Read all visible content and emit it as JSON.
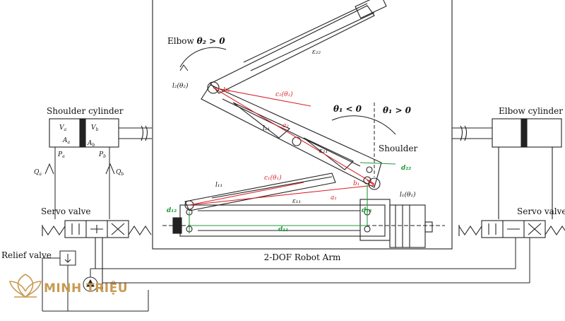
{
  "labels": {
    "shoulder_cylinder": "Shoulder cylinder",
    "elbow_cylinder": "Elbow cylinder",
    "servo_valve_left": "Servo valve",
    "servo_valve_right": "Servo valve",
    "relief_valve": "Relief valve",
    "robot_arm_caption": "2-DOF Robot Arm",
    "elbow": "Elbow",
    "elbow_theta": "θ₂ > 0",
    "shoulder": "Shoulder",
    "theta1_neg": "θ₁ < 0",
    "theta1_pos": "θ₁ > 0"
  },
  "symbols": {
    "Va": "V",
    "Va_sub": "a",
    "Vb": "V",
    "Vb_sub": "b",
    "Aa": "A",
    "Aa_sub": "a",
    "Ab": "A",
    "Ab_sub": "b",
    "Pa": "P",
    "Pa_sub": "a",
    "Pb": "P",
    "Pb_sub": "b",
    "Qa": "Q",
    "Qa_sub": "a",
    "Qb": "Q",
    "Qb_sub": "b",
    "l2": "l₂(θ₂)",
    "l1": "l₁(θ₁)",
    "b2": "b₂",
    "b1": "b₁",
    "c2": "c₂(θ₂)",
    "c1": "c₁(θ₁)",
    "a2": "a₂",
    "a1": "a₁",
    "l21": "l₂₁",
    "l11": "l₁₁",
    "e22": "ε₂₂",
    "e21": "ε₂₁",
    "e11": "ε₁₁",
    "d22": "d₂₂",
    "d12": "d₁₂",
    "d11": "d₁₁",
    "d13": "d₁₃"
  },
  "logo": {
    "text": "MINH TRIỆU"
  },
  "colors": {
    "red": "#d8242a",
    "green": "#1f9a3a",
    "line": "#222222",
    "logo": "#c89a52"
  }
}
